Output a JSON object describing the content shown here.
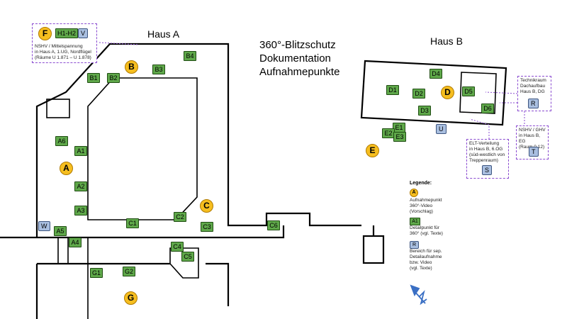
{
  "title": {
    "line1": "360°-Blitzschutz",
    "line2": "Dokumentation",
    "line3": "Aufnahmepunkte"
  },
  "buildings": {
    "haus_a": "Haus A",
    "haus_b": "Haus B"
  },
  "points": {
    "A": "A",
    "B": "B",
    "C": "C",
    "D": "D",
    "E": "E",
    "F": "F",
    "G": "G",
    "A1": "A1",
    "A2": "A2",
    "A3": "A3",
    "A4": "A4",
    "A5": "A5",
    "A6": "A6",
    "B1": "B1",
    "B2": "B2",
    "B3": "B3",
    "B4": "B4",
    "C1": "C1",
    "C2": "C2",
    "C3": "C3",
    "C4": "C4",
    "C5": "C5",
    "C6": "C6",
    "D1": "D1",
    "D2": "D2",
    "D3": "D3",
    "D4": "D4",
    "D5": "D5",
    "D6": "D6",
    "E1": "E1",
    "E2": "E2",
    "E3": "E3",
    "G1": "G1",
    "G2": "G2",
    "H1H2": "H1-H2",
    "R": "R",
    "S": "S",
    "T": "T",
    "U": "U",
    "V": "V",
    "W": "W"
  },
  "notes": {
    "nshv_a": [
      "NSHV / Mittelspannung",
      "in Haus A, 1.UG, Nordflügel",
      "(Räume U 1.871 – U 1.878)"
    ],
    "technik": [
      "Technikraum",
      "Dachaufbau",
      "Haus B, DG"
    ],
    "nshv_b": [
      "NSHV / GHV",
      "in Haus B, EG",
      "(Raum 0.12)"
    ],
    "elt": [
      "ELT-Verteilung",
      "in Haus B, 6.OG",
      "(süd-westlich von",
      "Treppenraum)"
    ]
  },
  "legend": {
    "heading": "Legende:",
    "a_symbol": "A",
    "a_text": [
      "Aufnahmepunkt",
      "360°-Video",
      "(Vorschlag)"
    ],
    "a1_symbol": "A1",
    "a1_text": [
      "Detailpunkt für",
      "360° (vgl. Texte)"
    ],
    "r_symbol": "R",
    "r_text": [
      "Bereich für sep.",
      "Detailaufnahme",
      "bzw. Video",
      "(vgl. Texte)"
    ]
  },
  "colors": {
    "aufnahmepunkt": "#f6be1f",
    "detailpunkt": "#5fa84a",
    "bereich": "#a9bfe0",
    "hinweis": "#8a4bd0",
    "nordpfeil": "#3a6fc4"
  },
  "icons": {
    "north_arrow": "north-arrow-icon"
  }
}
